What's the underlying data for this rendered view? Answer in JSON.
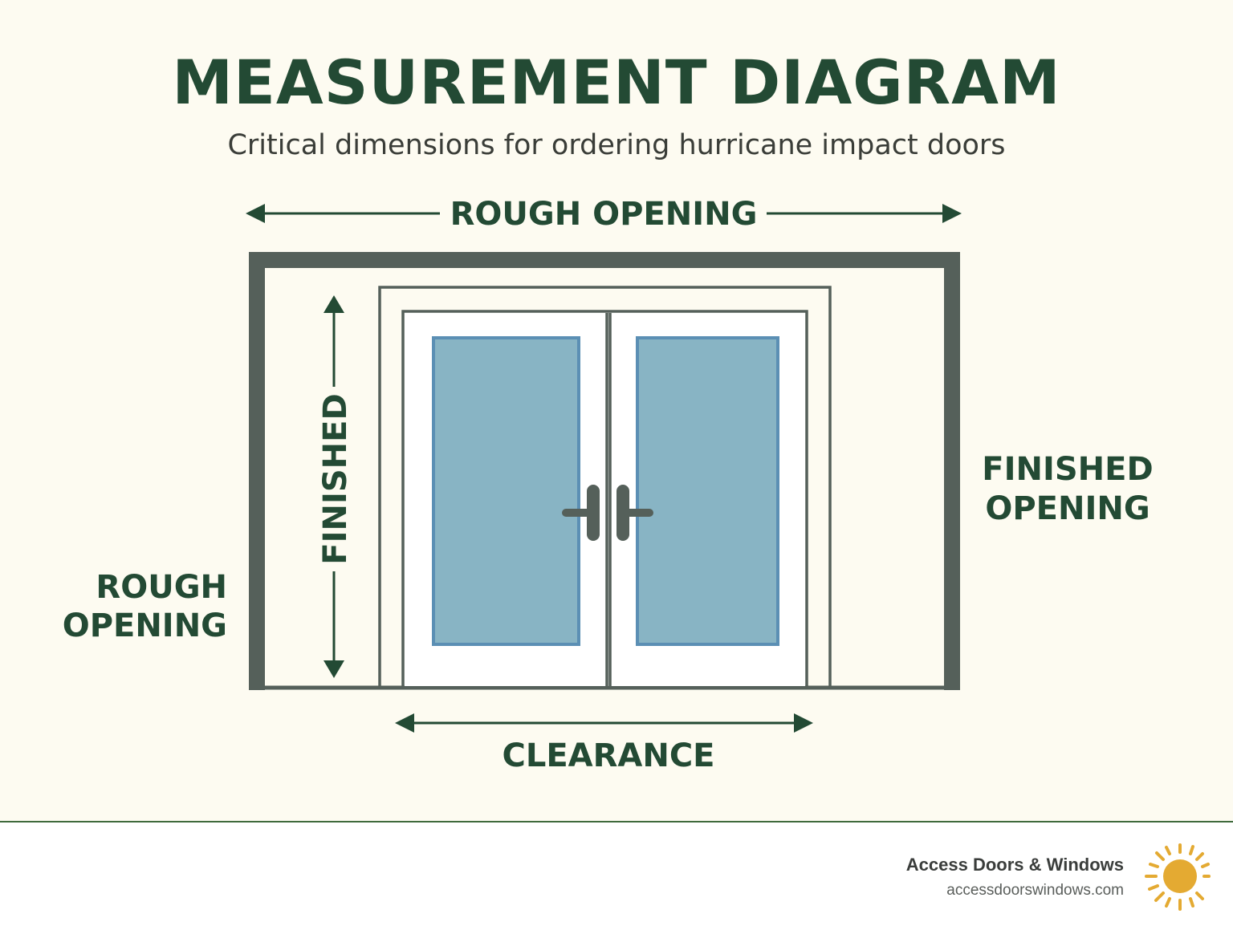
{
  "header": {
    "title": "MEASUREMENT DIAGRAM",
    "subtitle": "Critical dimensions for ordering hurricane impact doors"
  },
  "labels": {
    "rough_opening_top": "ROUGH OPENING",
    "finished_vertical": "FINISHED",
    "finished_opening_right_line1": "FINISHED",
    "finished_opening_right_line2": "OPENING",
    "rough_opening_left_line1": "ROUGH",
    "rough_opening_left_line2": "OPENING",
    "clearance": "CLEARANCE"
  },
  "footer": {
    "brand_name": "Access Doors & Windows",
    "brand_url": "accessdoorswindows.com",
    "logo_icon": "sun-icon"
  },
  "colors": {
    "background": "#fdfbf1",
    "text_green": "#234a34",
    "frame_gray": "#55605a",
    "glass_blue": "#88b4c4",
    "glass_edge": "#5b8fb4",
    "footer_line": "#3f6a3c",
    "subtitle_text": "#3a3d38",
    "sun_yellow": "#e4aa32"
  }
}
